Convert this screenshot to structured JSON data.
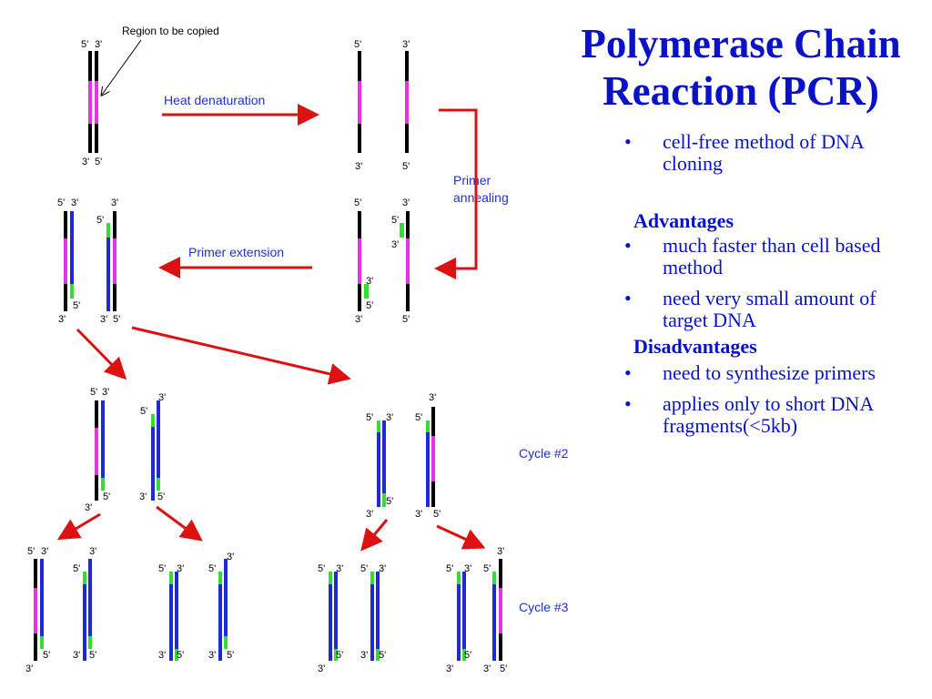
{
  "title": "Polymerase Chain Reaction (PCR)",
  "intro_bullet": "cell-free method of DNA cloning",
  "advantages": {
    "heading": "Advantages",
    "items": [
      "much faster than cell based method",
      "need very small amount of target DNA"
    ]
  },
  "disadvantages": {
    "heading": "Disadvantages",
    "items": [
      "need to synthesize primers",
      "applies only to short DNA fragments(<5kb)"
    ]
  },
  "bullet_glyph": "•",
  "diagram": {
    "annotation": "Region to be copied",
    "steps": {
      "denature": "Heat denaturation",
      "anneal_line1": "Primer",
      "anneal_line2": "annealing",
      "extend": "Primer extension"
    },
    "cycles": [
      "Cycle #2",
      "Cycle #3"
    ],
    "end_5": "5'",
    "end_3": "3'",
    "colors": {
      "template": "#000000",
      "target": "#e533e5",
      "new_strand": "#1e2ad6",
      "primer": "#33dd33",
      "arrow": "#dd1111",
      "text": "#1f2fd0"
    }
  }
}
